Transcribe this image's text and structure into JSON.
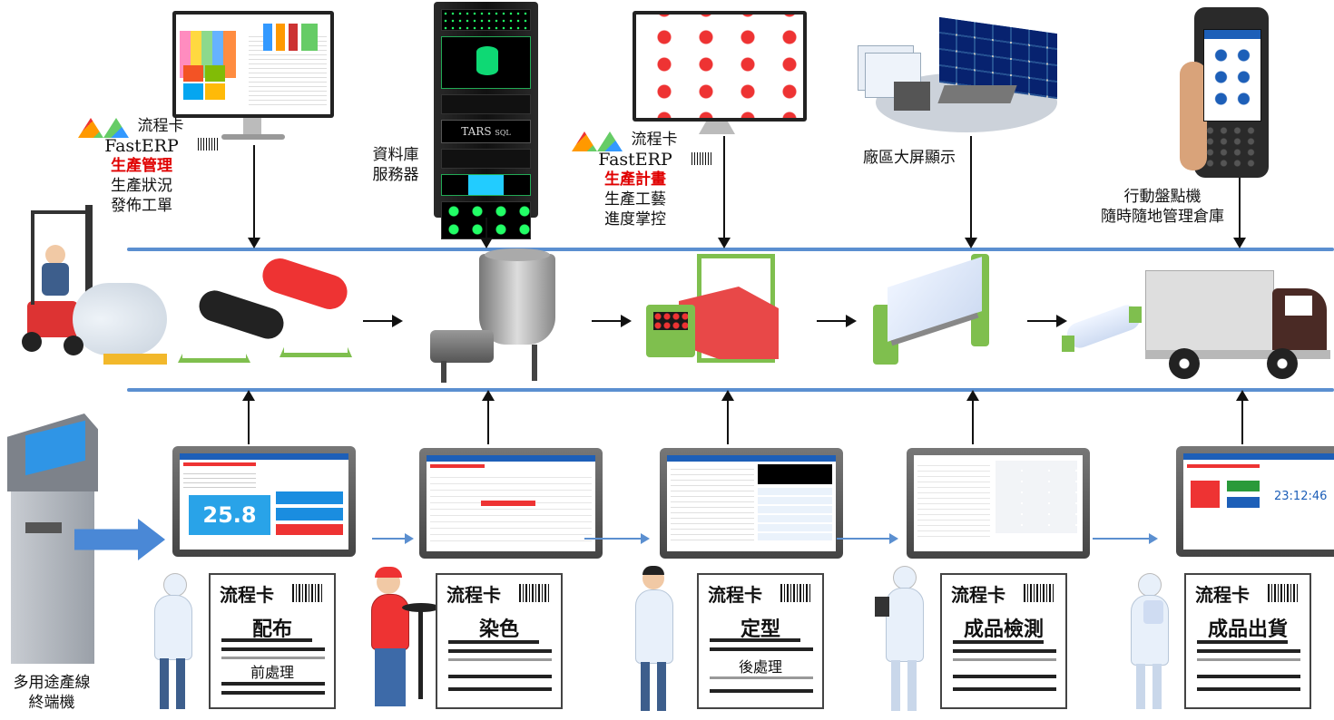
{
  "labels": {
    "erp_prod": {
      "line1": "流程卡",
      "line2": "FastERP",
      "line3": "生產管理",
      "line4": "生產狀況",
      "line5": "發佈工單"
    },
    "db_server": {
      "line1": "資料庫",
      "line2": "服務器"
    },
    "erp_plan": {
      "line1": "流程卡",
      "line2": "FastERP",
      "line3": "生產計畫",
      "line4": "生產工藝",
      "line5": "進度掌控"
    },
    "big_screen": "廠區大屏顯示",
    "handheld": {
      "line1": "行動盤點機",
      "line2": "隨時隨地管理倉庫"
    },
    "kiosk": {
      "line1": "多用途產線",
      "line2": "終端機"
    },
    "server_brand": "TARS",
    "server_sub": "SQL"
  },
  "cards": [
    {
      "title": "流程卡",
      "stage": "配布",
      "sub": "前處理"
    },
    {
      "title": "流程卡",
      "stage": "染色",
      "sub": ""
    },
    {
      "title": "流程卡",
      "stage": "定型",
      "sub": "後處理"
    },
    {
      "title": "流程卡",
      "stage": "成品檢測",
      "sub": ""
    },
    {
      "title": "流程卡",
      "stage": "成品出貨",
      "sub": ""
    }
  ],
  "tablet1": {
    "value": "25.8"
  },
  "tablet2": {
    "value": ""
  },
  "tablet3": {
    "value": ""
  },
  "tablet5": {
    "time": "23:12:46"
  },
  "colors": {
    "rail": "#5b8fd0",
    "accent_red": "#e00000",
    "screen_blue": "#29a3e8"
  }
}
